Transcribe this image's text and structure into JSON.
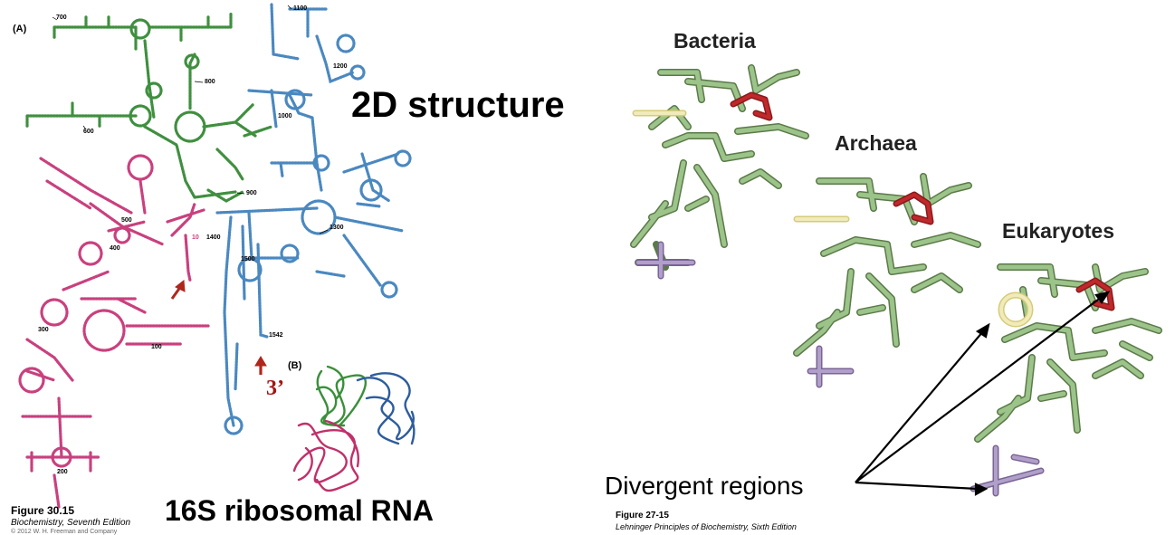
{
  "left_figure": {
    "panel_a_label": "(A)",
    "panel_b_label": "(B)",
    "title": "2D structure",
    "subtitle": "16S ribosomal RNA",
    "three_prime_label": "3’",
    "position_labels": [
      "700",
      "800",
      "600",
      "900",
      "1100",
      "1200",
      "1000",
      "1300",
      "1400",
      "1500",
      "1542",
      "500",
      "400",
      "300",
      "100",
      "200",
      "10"
    ],
    "caption": {
      "figure": "Figure 30.15",
      "source": "Biochemistry, Seventh Edition",
      "copyright": "© 2012 W. H. Freeman and Company"
    },
    "domain_colors": {
      "five_prime_domain": "#c9407e",
      "central_domain": "#3f8f3f",
      "three_prime_domain": "#4a88c0",
      "arrow": "#b0261c"
    }
  },
  "right_figure": {
    "organisms": [
      "Bacteria",
      "Archaea",
      "Eukaryotes"
    ],
    "annotation": "Divergent regions",
    "caption": {
      "figure": "Figure 27-15",
      "source": "Lehninger Principles of Biochemistry, Sixth Edition"
    },
    "colors": {
      "conserved": "#9cc48a",
      "divergent_yellow": "#e8df9a",
      "divergent_red": "#c0282c",
      "divergent_purple": "#9b83b6"
    }
  }
}
